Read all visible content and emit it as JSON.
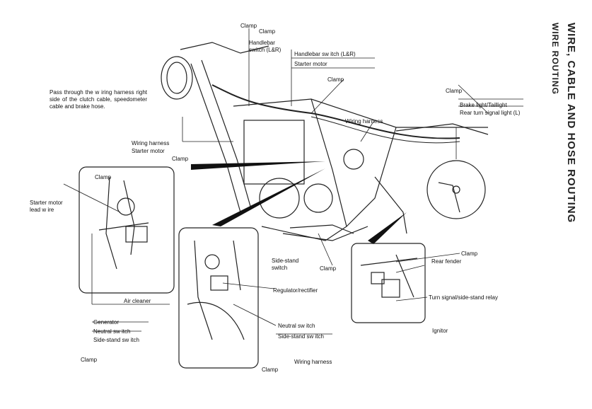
{
  "titles": {
    "main": "WIRE, CABLE AND HOSE ROUTING",
    "sub": "WIRE ROUTING"
  },
  "labels": {
    "clamp_top_1": "Clamp",
    "clamp_top_2": "Clamp",
    "handlebar_switch_left": "Handlebar\nswitch (L&R)",
    "handlebar_switch_right": "Handlebar sw itch (L&R)",
    "starter_motor_top": "Starter motor",
    "pass_through_note": "Pass through the w iring harness right side of the clutch cable, speedometer cable and brake hose.",
    "clamp_mid_top": "Clamp",
    "wiring_harness_mid": "Wiring harness",
    "clamp_right_top": "Clamp",
    "brake_light_taillight": "Brake light/Taillight",
    "rear_turn_signal": "Rear turn signal light (L)",
    "wiring_harness_left": "Wiring harness",
    "starter_motor_left": "Starter motor",
    "clamp_left_mid": "Clamp",
    "clamp_inset_left": "Clamp",
    "starter_motor_lead_wire": "Starter motor\nlead w ire",
    "side_stand_switch": "Side-stand\nswitch",
    "clamp_center_low": "Clamp",
    "clamp_right_inset": "Clamp",
    "rear_fender": "Rear fender",
    "regulator_rectifier": "Regulator/rectifier",
    "turn_signal_relay": "Turn signal/side-stand relay",
    "air_cleaner": "Air cleaner",
    "generator": "Generator",
    "neutral_switch_left": "Neutral sw itch",
    "side_stand_switch_left": "Side-stand sw itch",
    "neutral_switch_center": "Neutral sw itch",
    "side_stand_switch_center": "Side-stand sw itch",
    "ignitor": "Ignitor",
    "clamp_bottom_left": "Clamp",
    "clamp_bottom_center": "Clamp",
    "wiring_harness_bottom": "Wiring harness"
  }
}
